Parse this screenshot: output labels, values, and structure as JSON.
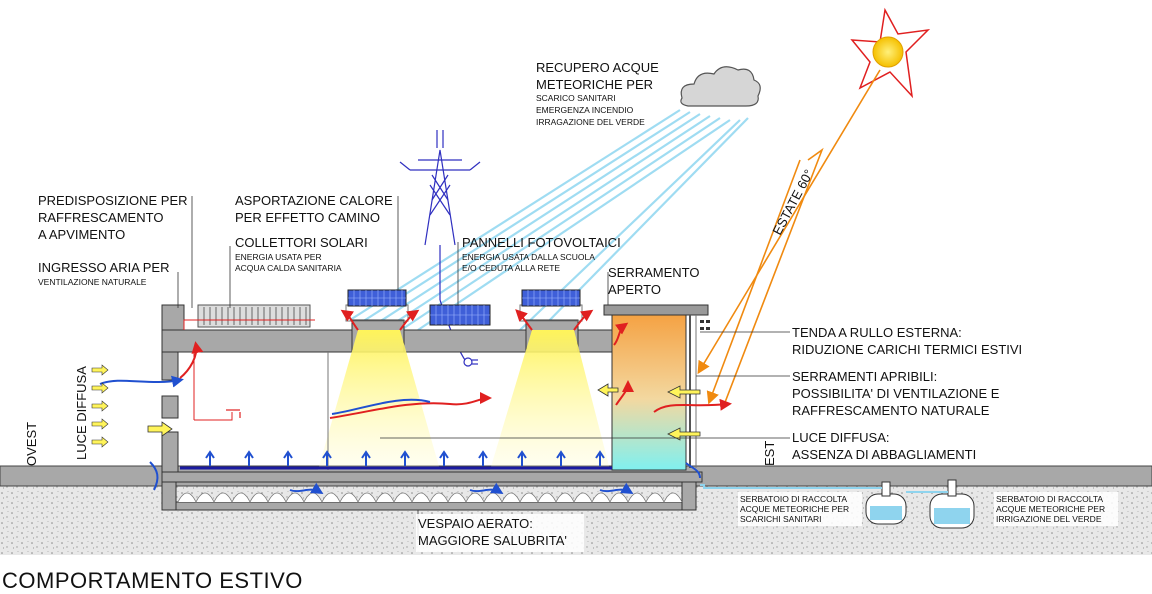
{
  "title": "COMPORTAMENTO ESTIVO",
  "labels": {
    "raffrescamento": [
      "PREDISPOSIZIONE PER",
      "RAFFRESCAMENTO",
      "A APVIMENTO"
    ],
    "ingresso_aria": "INGRESSO ARIA PER",
    "ingresso_aria_sub": "VENTILAZIONE NATURALE",
    "asportazione": [
      "ASPORTAZIONE CALORE",
      "PER EFFETTO CAMINO"
    ],
    "collettori": "COLLETTORI SOLARI",
    "collettori_sub": [
      "ENERGIA USATA PER",
      "ACQUA CALDA SANITARIA"
    ],
    "pannelli": "PANNELLI FOTOVOLTAICI",
    "pannelli_sub": [
      "ENERGIA USATA DALLA SCUOLA",
      "E/O CEDUTA ALLA RETE"
    ],
    "recupero": [
      "RECUPERO ACQUE",
      "METEORICHE PER"
    ],
    "recupero_sub": [
      "SCARICO SANITARI",
      "EMERGENZA INCENDIO",
      "IRRAGAZIONE DEL VERDE"
    ],
    "serramento": [
      "SERRAMENTO",
      "APERTO"
    ],
    "estate": "ESTATE 60°",
    "tenda": [
      "TENDA A RULLO ESTERNA:",
      "RIDUZIONE CARICHI TERMICI ESTIVI"
    ],
    "serramenti": [
      "SERRAMENTI APRIBILI:",
      "POSSIBILITA' DI VENTILAZIONE E",
      "RAFFRESCAMENTO NATURALE"
    ],
    "luce_est": [
      "LUCE DIFFUSA:",
      "ASSENZA DI ABBAGLIAMENTI"
    ],
    "vespaio": [
      "VESPAIO AERATO:",
      "MAGGIORE SALUBRITA'"
    ],
    "serbatoio1": [
      "SERBATOIO DI RACCOLTA",
      "ACQUE METEORICHE PER",
      "SCARICHI SANITARI"
    ],
    "serbatoio2": [
      "SERBATOIO DI RACCOLTA",
      "ACQUE METEORICHE PER",
      "IRRIGAZIONE DEL VERDE"
    ],
    "ovest": "OVEST",
    "luce_diffusa_v": "LUCE DIFFUSA",
    "est": "EST"
  },
  "colors": {
    "structure": "#9a9a9a",
    "light": "#fff45a",
    "air_warm": "#e02020",
    "air_cool": "#2050d0",
    "sun": "#f5d000",
    "sun_ray": "#f08a10",
    "rain": "#8fd4ee",
    "pylon": "#3030c0"
  }
}
